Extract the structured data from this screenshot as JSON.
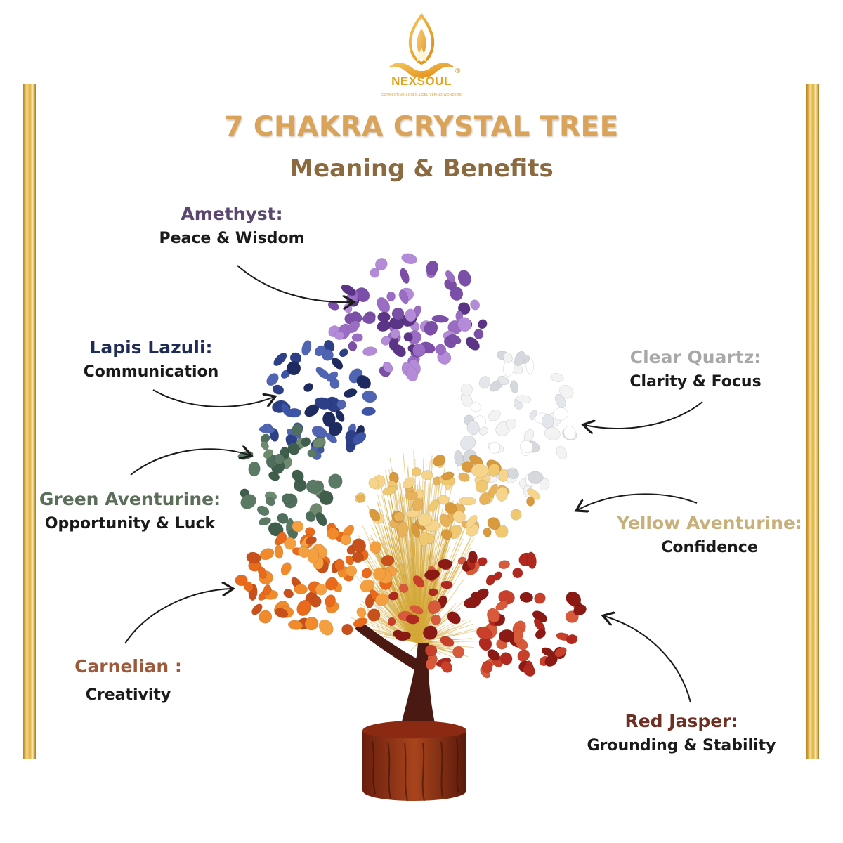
{
  "brand": {
    "name": "NEXSOUL",
    "registered": "®",
    "tagline": "CONNECTING SOULS & DELIVERING WONDERS",
    "logo_icon": "meditating-figure-flame-icon",
    "color": "#e6a21d"
  },
  "title": "7 CHAKRA CRYSTAL TREE",
  "subtitle": "Meaning & Benefits",
  "stones": {
    "amethyst": {
      "name": "Amethyst:",
      "benefit": "Peace & Wisdom",
      "color": "#5b4670"
    },
    "lapis": {
      "name": "Lapis Lazuli:",
      "benefit": "Communication",
      "color": "#1f2c56"
    },
    "quartz": {
      "name": "Clear Quartz:",
      "benefit": "Clarity & Focus",
      "color": "#a8a8a8"
    },
    "green": {
      "name": "Green Aventurine:",
      "benefit": "Opportunity & Luck",
      "color": "#5a6e5a"
    },
    "yellow": {
      "name": "Yellow Aventurine:",
      "benefit": "Confidence",
      "color": "#c8b07a"
    },
    "carnelian": {
      "name": "Carnelian :",
      "benefit": "Creativity",
      "color": "#9c5a3a"
    },
    "redjasper": {
      "name": "Red Jasper:",
      "benefit": "Grounding & Stability",
      "color": "#6c2f22"
    }
  },
  "accent_gold": "#d9a45a"
}
